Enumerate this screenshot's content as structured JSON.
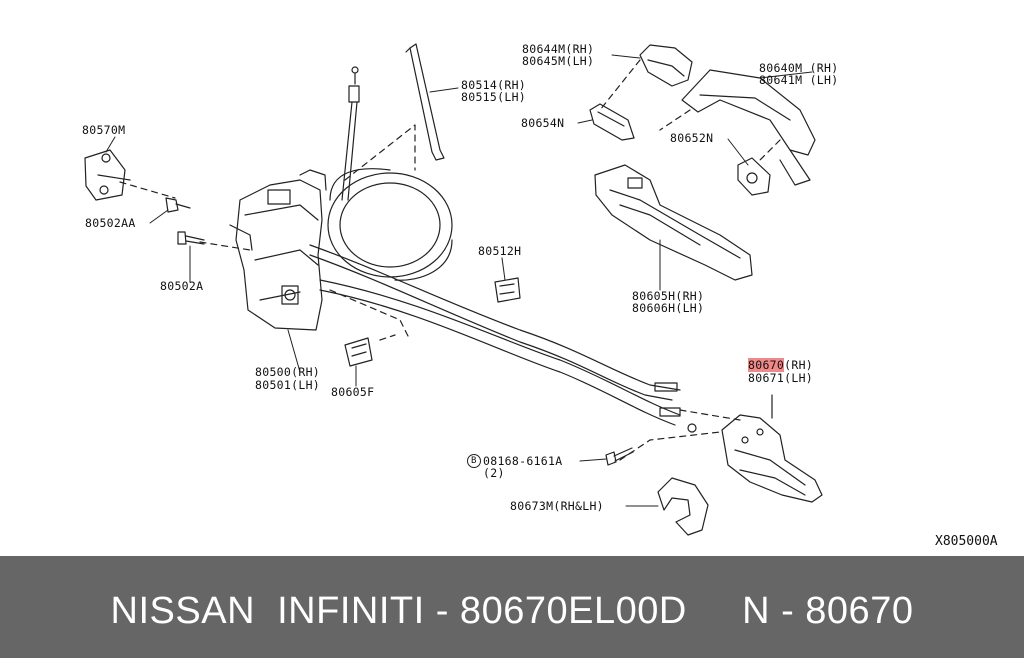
{
  "labels": {
    "l80644": "80644M(RH)",
    "l80645": "80645M(LH)",
    "l80640": "80640M (RH)",
    "l80641": "80641M (LH)",
    "l80514": "80514(RH)",
    "l80515": "80515(LH)",
    "l80654": "80654N",
    "l80652": "80652N",
    "l80570": "80570M",
    "l80502aa": "80502AA",
    "l80502a": "80502A",
    "l80512": "80512H",
    "l80605h": "80605H(RH)",
    "l80606h": "80606H(LH)",
    "l80500": "80500(RH)",
    "l80501": "80501(LH)",
    "l80605f": "80605F",
    "l80670": "80670",
    "l80670rh": "(RH)",
    "l80671": "80671(LH)",
    "l08168": "08168-6161A",
    "l08168q": "(2)",
    "l80673": "80673M(RH&LH)",
    "ref": "X805000A",
    "b_mark": "B"
  },
  "footer": {
    "text": "NISSAN  INFINITI - 80670EL00D     N - 80670"
  },
  "colors": {
    "highlight": "#f08a8a",
    "footer_bg": "#666666",
    "footer_text": "#ffffff"
  }
}
